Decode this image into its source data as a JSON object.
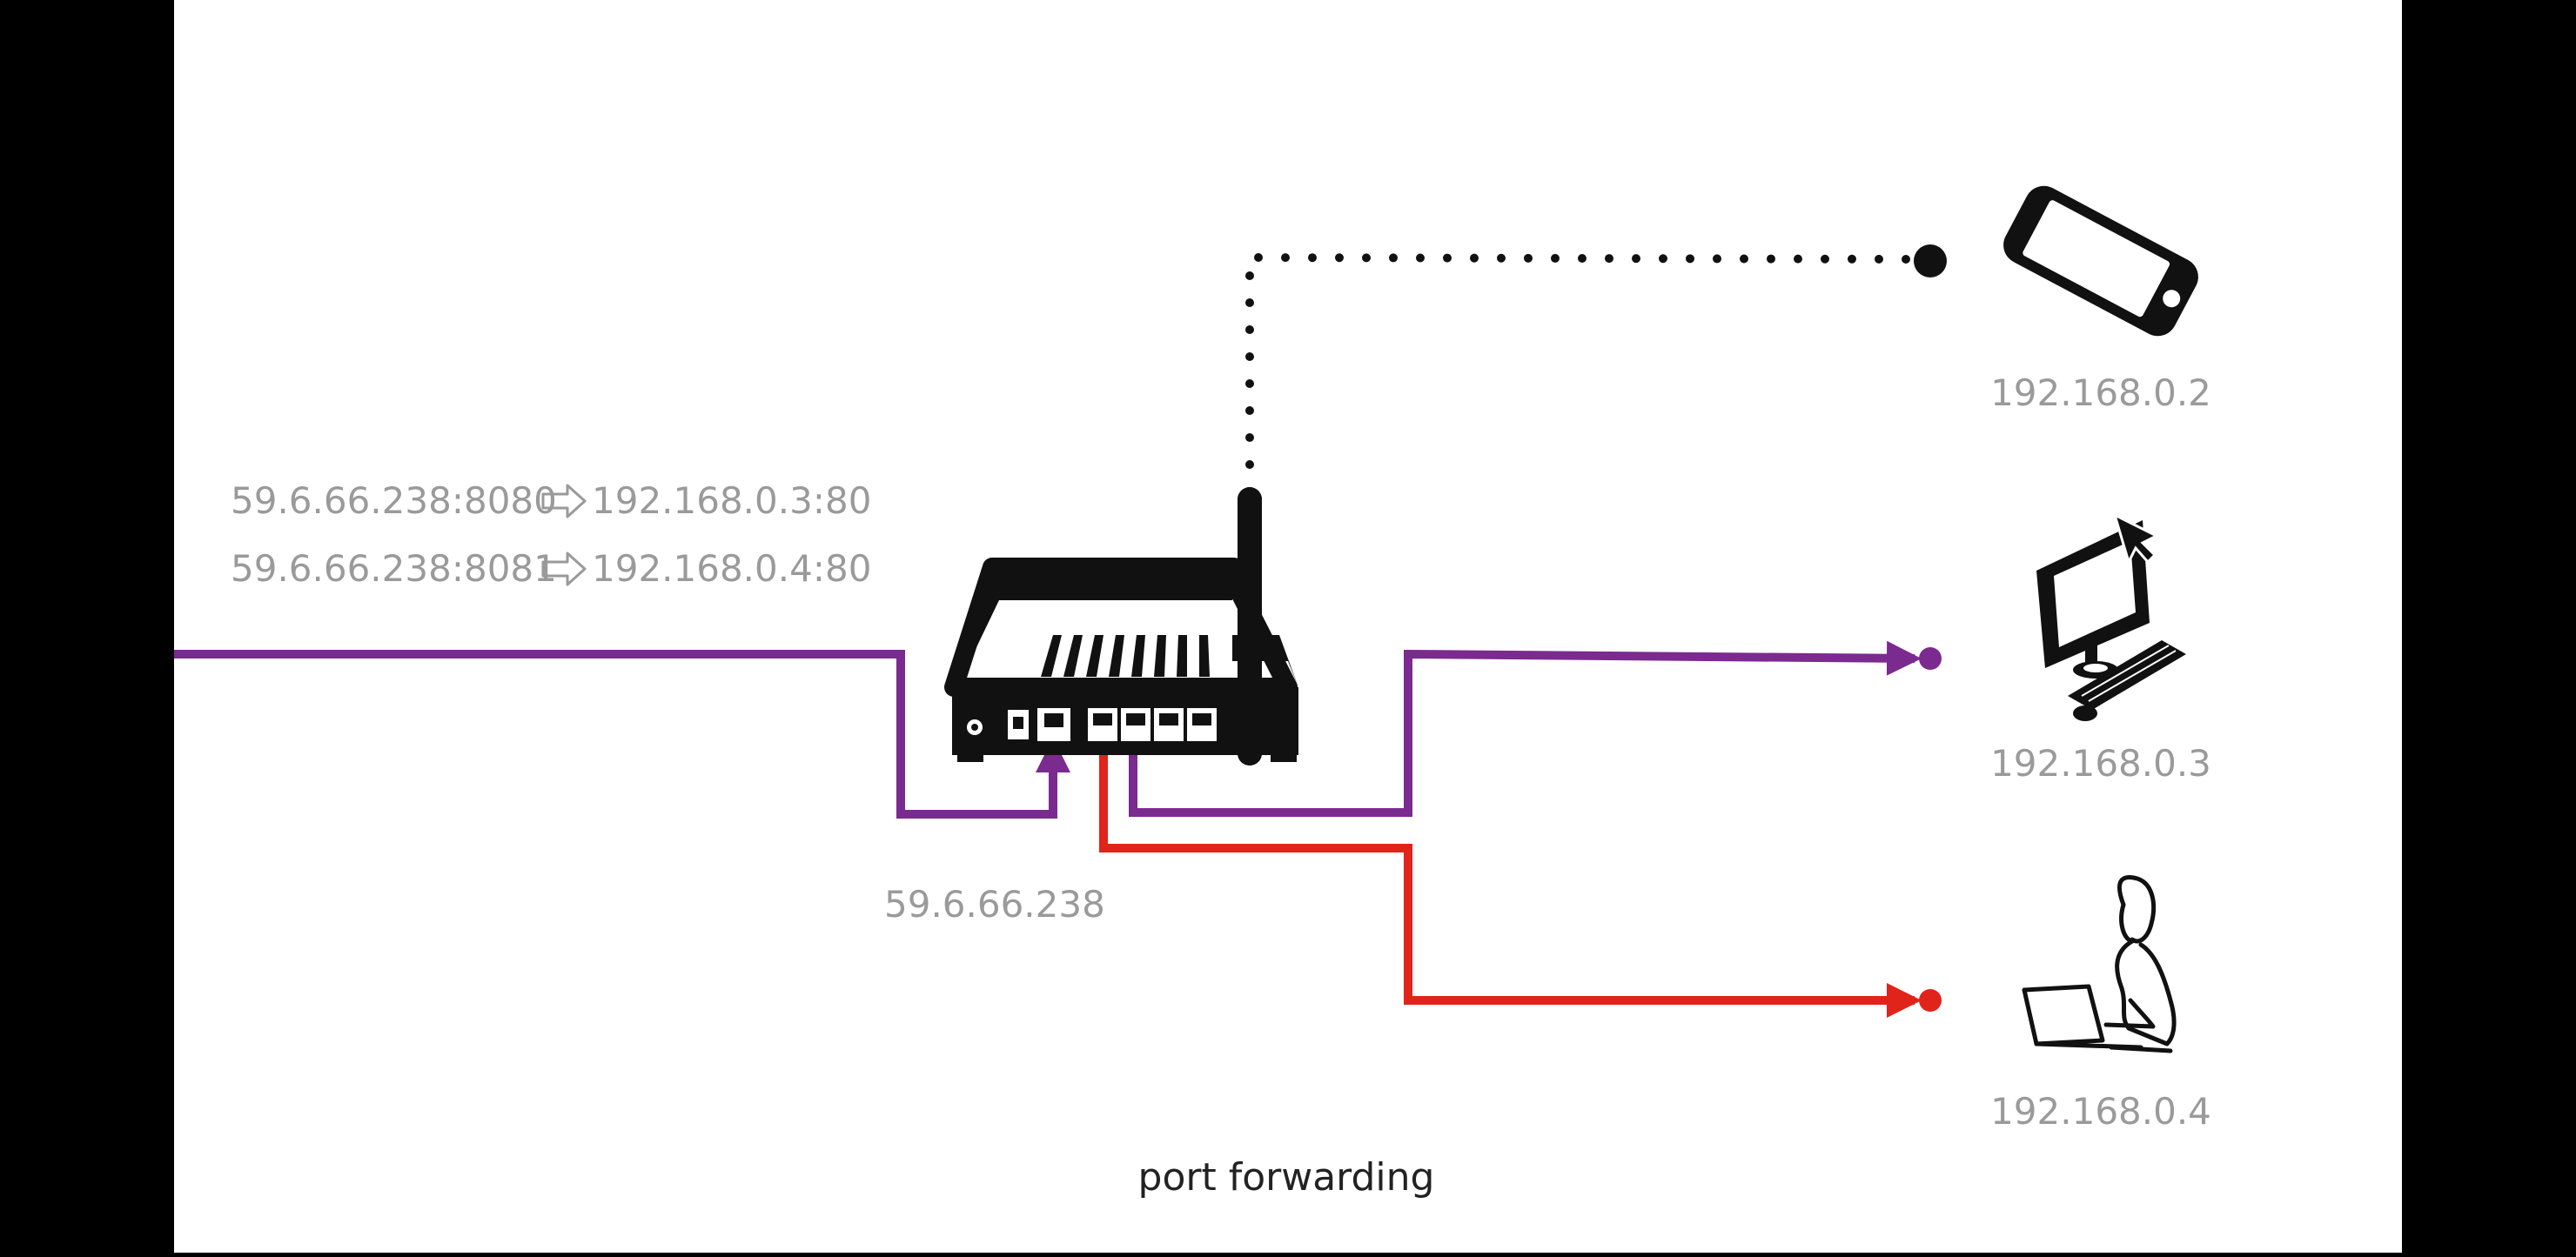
{
  "diagram": {
    "caption": "port forwarding",
    "router_public_ip": "59.6.66.238",
    "rules": [
      {
        "from": "59.6.66.238:8080",
        "to": "192.168.0.3:80"
      },
      {
        "from": "59.6.66.238:8081",
        "to": "192.168.0.4:80"
      }
    ],
    "devices": [
      {
        "type": "phone",
        "ip": "192.168.0.2",
        "link": "wireless"
      },
      {
        "type": "desktop-computer",
        "ip": "192.168.0.3",
        "link": "wired"
      },
      {
        "type": "person-with-laptop",
        "ip": "192.168.0.4",
        "link": "wired"
      }
    ],
    "colors": {
      "rule_8080_path": "#7b2a8f",
      "rule_8081_path": "#e0241b",
      "wireless_dots": "#111111",
      "background": "#ffffff",
      "side_bars": "#000000"
    }
  }
}
